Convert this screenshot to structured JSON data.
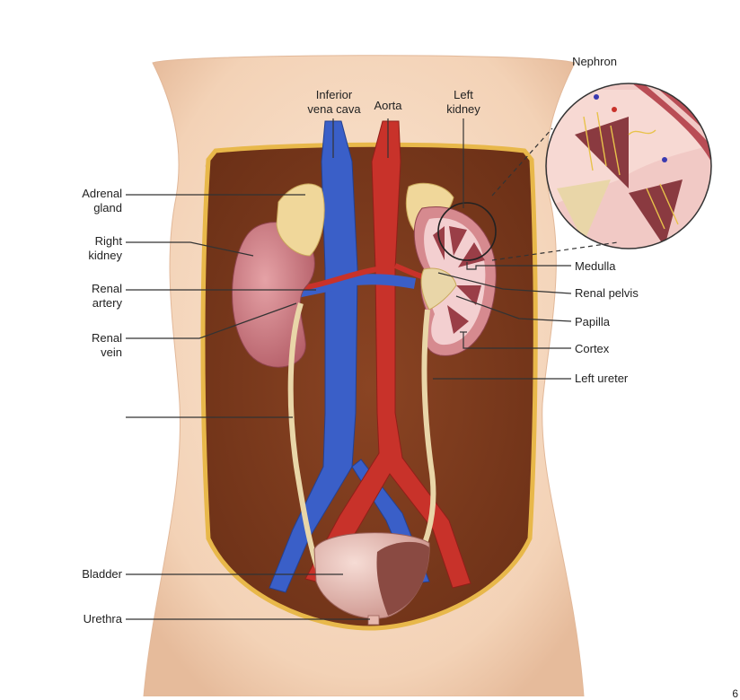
{
  "labels": {
    "inferior_vena_cava": "Inferior\nvena cava",
    "aorta": "Aorta",
    "left_kidney": "Left\nkidney",
    "nephron": "Nephron",
    "adrenal_gland": "Adrenal\ngland",
    "right_kidney": "Right\nkidney",
    "renal_artery": "Renal\nartery",
    "renal_vein": "Renal\nvein",
    "medulla": "Medulla",
    "renal_pelvis": "Renal pelvis",
    "papilla": "Papilla",
    "cortex": "Cortex",
    "left_ureter": "Left ureter",
    "bladder": "Bladder",
    "urethra": "Urethra"
  },
  "slide_number": "6",
  "colors": {
    "skin": "#f6dcc4",
    "skin_shadow": "#e9c3a5",
    "cavity": "#7a3b1e",
    "cavity_rim": "#e8b84a",
    "vein": "#3a5fc8",
    "artery": "#c8322a",
    "kidney": "#c8717a",
    "adrenal": "#f0d79a",
    "ureter": "#e9d6a8",
    "bladder": "#e7b8ae",
    "leader": "#333333"
  }
}
